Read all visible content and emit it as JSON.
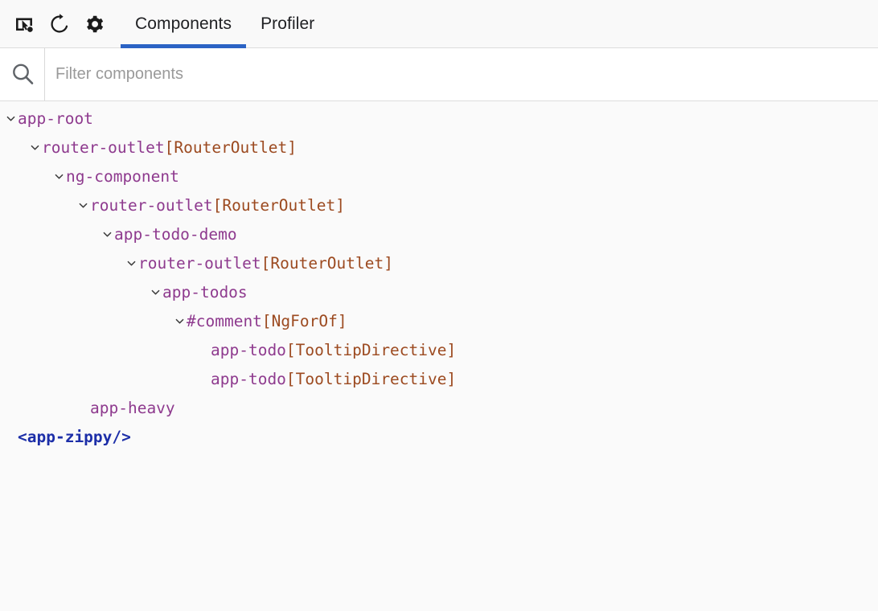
{
  "toolbar": {
    "buttons": [
      {
        "name": "inspect-element-button",
        "icon": "inspect-element-icon",
        "title": "Inspect element"
      },
      {
        "name": "refresh-button",
        "icon": "refresh-icon",
        "title": "Refresh"
      },
      {
        "name": "settings-button",
        "icon": "gear-icon",
        "title": "Settings"
      }
    ],
    "tabs": [
      {
        "label": "Components",
        "active": true
      },
      {
        "label": "Profiler",
        "active": false
      }
    ],
    "active_tab": "Components",
    "accent_color": "#2b63c4"
  },
  "search": {
    "icon": "search-icon",
    "placeholder": "Filter components",
    "value": ""
  },
  "tree": {
    "colors": {
      "component": "#8e3a8e",
      "directive": "#9c4a20",
      "selected_element": "#1c2ea8"
    },
    "nodes": [
      {
        "depth": 0,
        "expandable": true,
        "expanded": true,
        "name": "app-root",
        "directive": "",
        "style": "component"
      },
      {
        "depth": 1,
        "expandable": true,
        "expanded": true,
        "name": "router-outlet",
        "directive": "[RouterOutlet]",
        "style": "component"
      },
      {
        "depth": 2,
        "expandable": true,
        "expanded": true,
        "name": "ng-component",
        "directive": "",
        "style": "component"
      },
      {
        "depth": 3,
        "expandable": true,
        "expanded": true,
        "name": "router-outlet",
        "directive": "[RouterOutlet]",
        "style": "component"
      },
      {
        "depth": 4,
        "expandable": true,
        "expanded": true,
        "name": "app-todo-demo",
        "directive": "",
        "style": "component"
      },
      {
        "depth": 5,
        "expandable": true,
        "expanded": true,
        "name": "router-outlet",
        "directive": "[RouterOutlet]",
        "style": "component"
      },
      {
        "depth": 6,
        "expandable": true,
        "expanded": true,
        "name": "app-todos",
        "directive": "",
        "style": "component"
      },
      {
        "depth": 7,
        "expandable": true,
        "expanded": true,
        "name": "#comment",
        "directive": "[NgForOf]",
        "style": "component"
      },
      {
        "depth": 8,
        "expandable": false,
        "expanded": false,
        "name": "app-todo",
        "directive": "[TooltipDirective]",
        "style": "component"
      },
      {
        "depth": 8,
        "expandable": false,
        "expanded": false,
        "name": "app-todo",
        "directive": "[TooltipDirective]",
        "style": "component"
      },
      {
        "depth": 3,
        "expandable": false,
        "expanded": false,
        "name": "app-heavy",
        "directive": "",
        "style": "component"
      },
      {
        "depth": 0,
        "expandable": false,
        "expanded": false,
        "name": "<app-zippy/>",
        "directive": "",
        "style": "selected"
      }
    ]
  }
}
